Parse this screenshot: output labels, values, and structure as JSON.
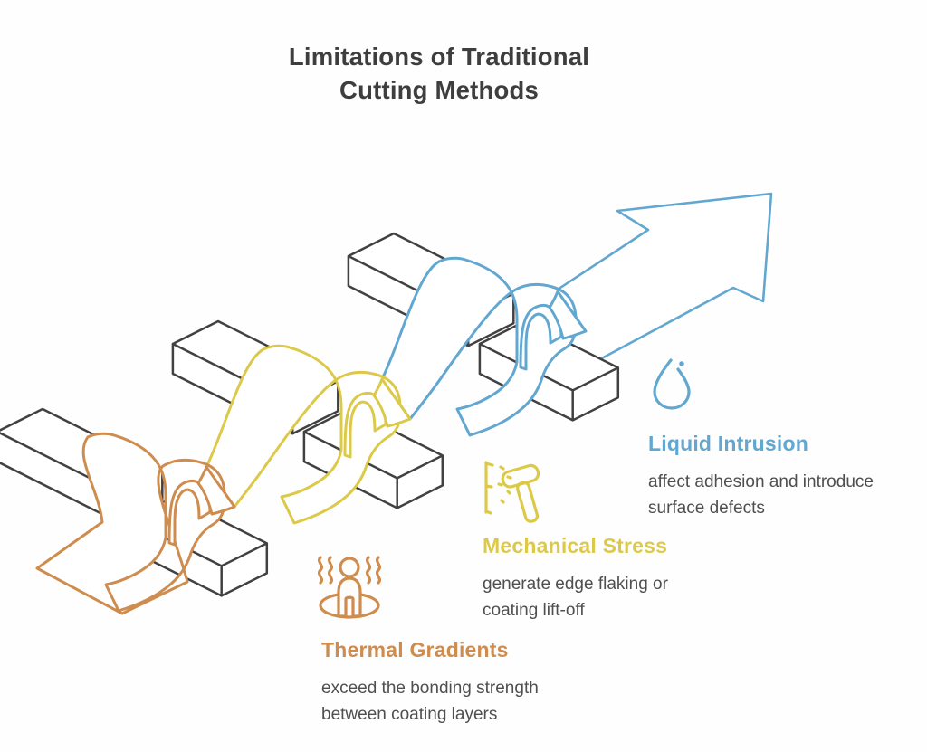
{
  "title": "Limitations of Traditional\nCutting Methods",
  "colors": {
    "background": "#fefefe",
    "title_text": "#3e3e3e",
    "body_text": "#4f4f4f",
    "bar_outline": "#414141",
    "thermal_orange": "#ce8c4e",
    "mechanical_yellow": "#dcc94a",
    "liquid_blue": "#62a7d0"
  },
  "sections": [
    {
      "id": "thermal-gradients",
      "label": "Thermal Gradients",
      "description": "exceed the bonding strength\nbetween coating layers",
      "color": "#ce8c4e",
      "icon": "heat-person-icon"
    },
    {
      "id": "mechanical-stress",
      "label": "Mechanical Stress",
      "description": "generate edge flaking or\ncoating lift-off",
      "color": "#dcc94a",
      "icon": "hammer-impact-icon"
    },
    {
      "id": "liquid-intrusion",
      "label": "Liquid Intrusion",
      "description": "affect adhesion and introduce\nsurface defects",
      "color": "#62a7d0",
      "icon": "water-drop-icon"
    }
  ],
  "diagram": {
    "type": "isometric-illustration",
    "elements": [
      "cut-bar-pairs",
      "draped-coating-ribbons",
      "upward-growth-arrow"
    ],
    "ribbon_colors": [
      "#ce8c4e",
      "#dcc94a",
      "#62a7d0"
    ],
    "arrow_color": "#62a7d0"
  }
}
